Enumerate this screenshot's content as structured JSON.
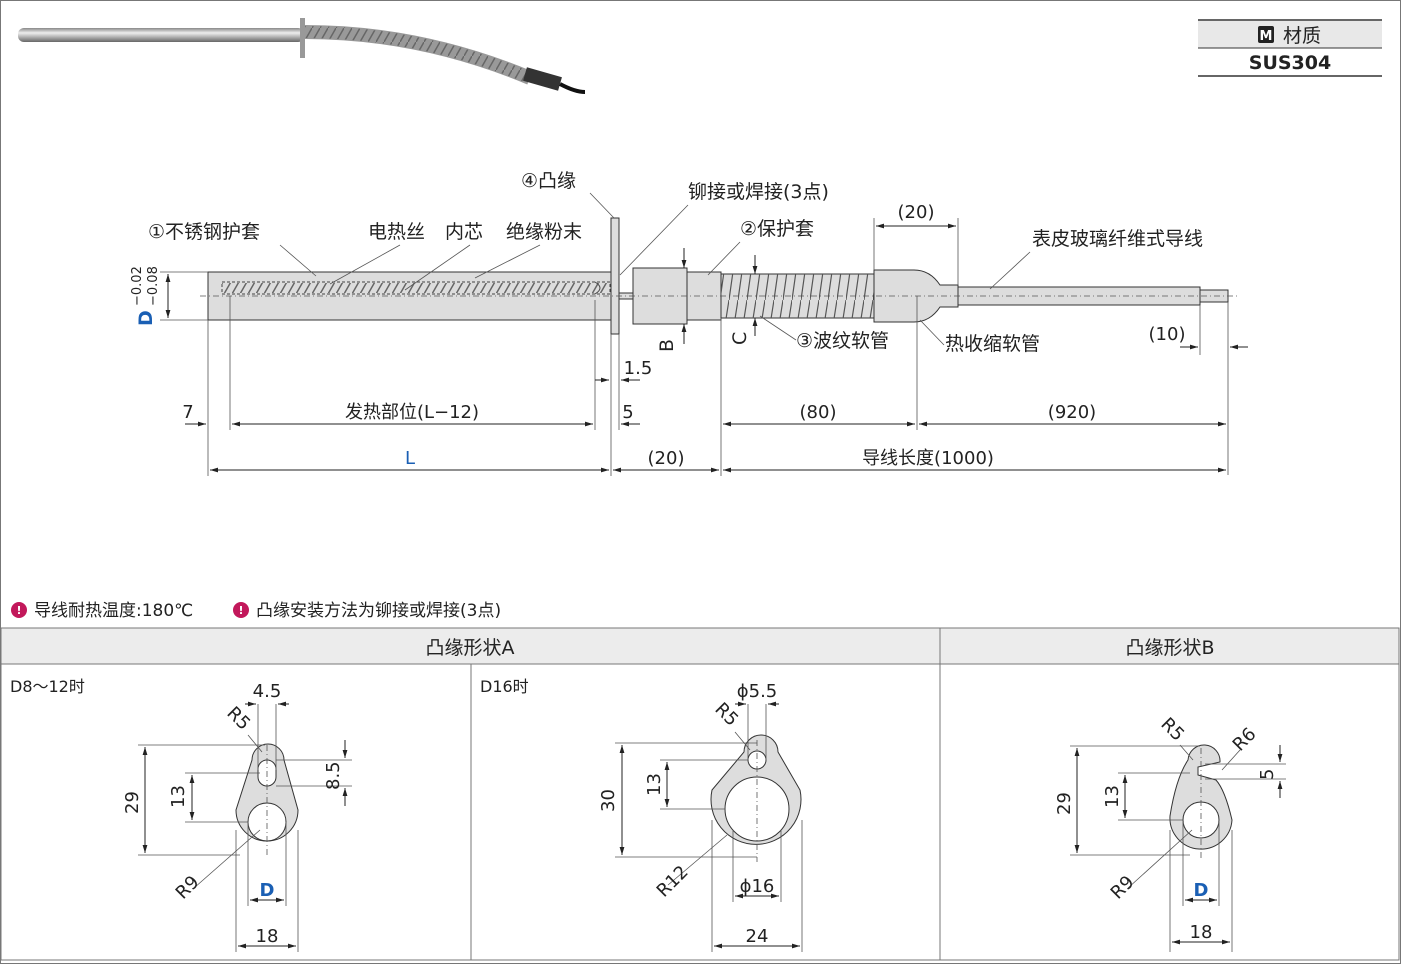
{
  "material_box": {
    "header": "材质",
    "badge": "M",
    "value": "SUS304"
  },
  "labels": {
    "part1": "①不锈钢护套",
    "part2": "②保护套",
    "part3": "③波纹软管",
    "part4": "④凸缘",
    "wire": "电热丝",
    "core": "内芯",
    "powder": "绝缘粉末",
    "rivet": "铆接或焊接(3点)",
    "lead": "表皮玻璃纤维式导线",
    "shrink": "热收缩软管",
    "D_symbol": "D",
    "D_tol": "−0.02",
    "D_tol2": "−0.08",
    "B": "B",
    "C": "C"
  },
  "dimensions": {
    "d20_top": "(20)",
    "d10": "(10)",
    "d1_5": "1.5",
    "d7": "7",
    "heat": "发热部位(L−12)",
    "d5": "5",
    "d80": "(80)",
    "d920": "(920)",
    "L": "L",
    "d20": "(20)",
    "lead_len": "导线长度(1000)"
  },
  "notes": [
    "导线耐热温度:180℃",
    "凸缘安装方法为铆接或焊接(3点)"
  ],
  "flange_table": {
    "header_a": "凸缘形状A",
    "header_b": "凸缘形状B",
    "a1": {
      "cond": "D8～12时",
      "w": "4.5",
      "r5": "R5",
      "h29": "29",
      "h13": "13",
      "h8_5": "8.5",
      "r9": "R9",
      "d": "D",
      "w18": "18"
    },
    "a2": {
      "cond": "D16时",
      "phi": "ϕ5.5",
      "r5": "R5",
      "h30": "30",
      "h13": "13",
      "r12": "R12",
      "phi16": "ϕ16",
      "w24": "24"
    },
    "b": {
      "r5": "R5",
      "r6": "R6",
      "h5": "5",
      "h29": "29",
      "h13": "13",
      "r9": "R9",
      "d": "D",
      "w18": "18"
    }
  }
}
